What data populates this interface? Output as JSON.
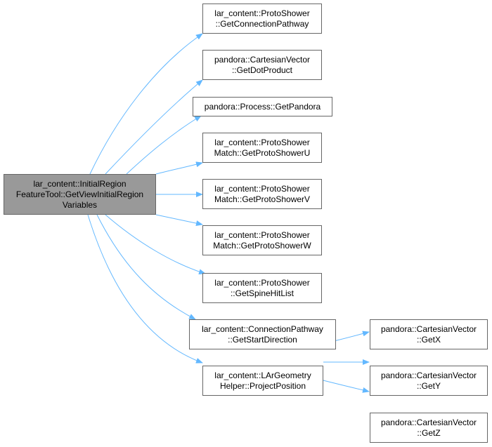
{
  "root": {
    "lines": [
      "lar_content::InitialRegion",
      "FeatureTool::GetViewInitialRegion",
      "Variables"
    ]
  },
  "callees": [
    {
      "id": "n1",
      "lines": [
        "lar_content::ProtoShower",
        "::GetConnectionPathway"
      ]
    },
    {
      "id": "n2",
      "lines": [
        "pandora::CartesianVector",
        "::GetDotProduct"
      ]
    },
    {
      "id": "n3",
      "lines": [
        "pandora::Process::GetPandora"
      ]
    },
    {
      "id": "n4",
      "lines": [
        "lar_content::ProtoShower",
        "Match::GetProtoShowerU"
      ]
    },
    {
      "id": "n5",
      "lines": [
        "lar_content::ProtoShower",
        "Match::GetProtoShowerV"
      ]
    },
    {
      "id": "n6",
      "lines": [
        "lar_content::ProtoShower",
        "Match::GetProtoShowerW"
      ]
    },
    {
      "id": "n7",
      "lines": [
        "lar_content::ProtoShower",
        "::GetSpineHitList"
      ]
    },
    {
      "id": "n8",
      "lines": [
        "lar_content::ConnectionPathway",
        "::GetStartDirection"
      ]
    },
    {
      "id": "n9",
      "lines": [
        "lar_content::LArGeometry",
        "Helper::ProjectPosition"
      ]
    },
    {
      "id": "n10",
      "lines": [
        "pandora::CartesianVector",
        "::GetX"
      ]
    },
    {
      "id": "n11",
      "lines": [
        "pandora::CartesianVector",
        "::GetY"
      ]
    },
    {
      "id": "n12",
      "lines": [
        "pandora::CartesianVector",
        "::GetZ"
      ]
    }
  ],
  "colors": {
    "edge": "#63b8ff",
    "root_fill": "#999999",
    "node_border": "#666666"
  }
}
